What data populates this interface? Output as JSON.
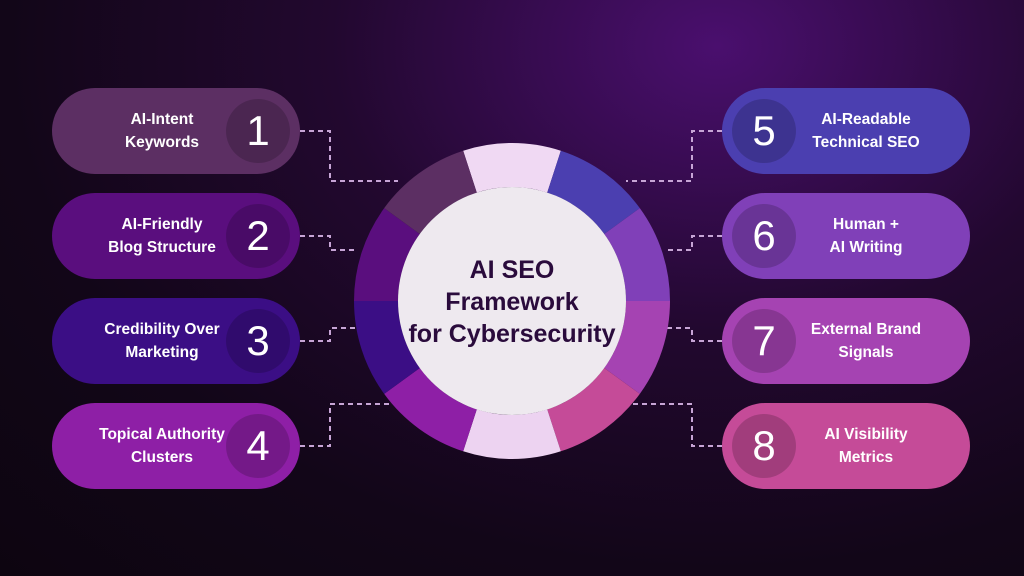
{
  "center": {
    "title": "AI SEO\nFramework\nfor Cybersecurity",
    "fill": "#eee9ef"
  },
  "colors": {
    "connector": "#c7a5d6"
  },
  "ring_segments": [
    {
      "color": "#f0d9f3"
    },
    {
      "color": "#4b3fb0"
    },
    {
      "color": "#8040b8"
    },
    {
      "color": "#a543b2"
    },
    {
      "color": "#c54b98"
    },
    {
      "color": "#edd3f1"
    },
    {
      "color": "#8e1fa6"
    },
    {
      "color": "#3b0e85"
    },
    {
      "color": "#5a0e7e"
    },
    {
      "color": "#5c2f63"
    }
  ],
  "items": [
    {
      "number": "1",
      "label": "AI-Intent\nKeywords",
      "side": "left",
      "color": "#5c2f63"
    },
    {
      "number": "2",
      "label": "AI-Friendly\nBlog Structure",
      "side": "left",
      "color": "#5a0e7e"
    },
    {
      "number": "3",
      "label": "Credibility Over\nMarketing",
      "side": "left",
      "color": "#3b0e85"
    },
    {
      "number": "4",
      "label": "Topical Authority\nClusters",
      "side": "left",
      "color": "#8e1fa6"
    },
    {
      "number": "5",
      "label": "AI-Readable\nTechnical SEO",
      "side": "right",
      "color": "#4b3fb0"
    },
    {
      "number": "6",
      "label": "Human +\nAI Writing",
      "side": "right",
      "color": "#8040b8"
    },
    {
      "number": "7",
      "label": "External Brand\nSignals",
      "side": "right",
      "color": "#a543b2"
    },
    {
      "number": "8",
      "label": "AI Visibility\nMetrics",
      "side": "right",
      "color": "#c54b98"
    }
  ]
}
